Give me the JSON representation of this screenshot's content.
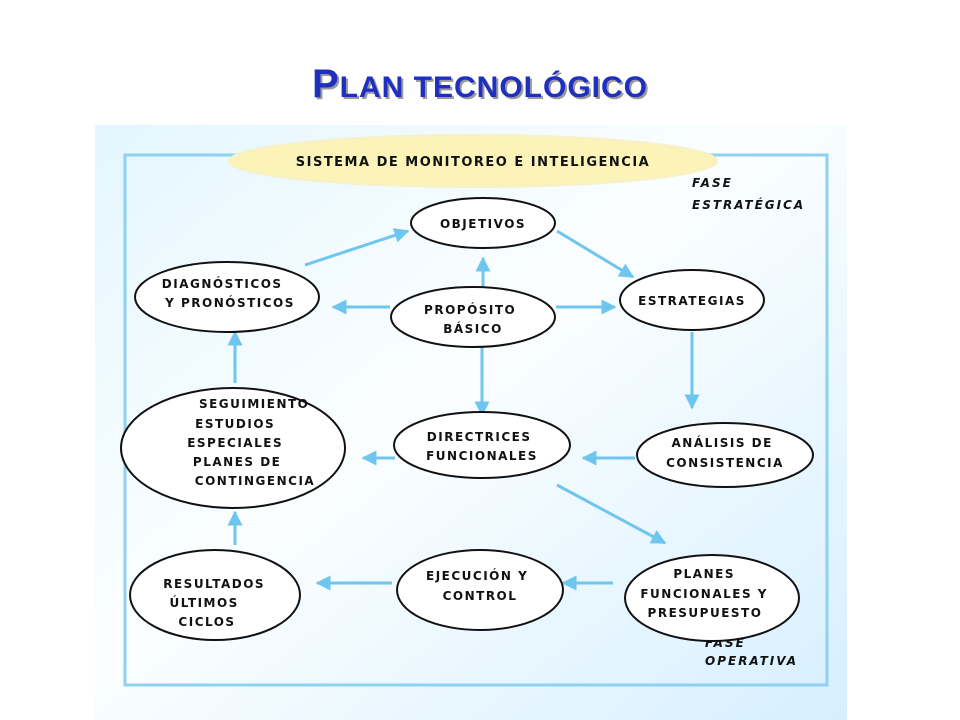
{
  "title": {
    "first": "P",
    "rest": "LAN TECNOLÓGICO"
  },
  "colors": {
    "title": "#1f2fbf",
    "arrow": "#6ec6ee",
    "frame": "#8fd1f0",
    "monitor_fill": "#fbf3b8"
  },
  "diagram": {
    "monitor": "SISTEMA DE MONITOREO E INTELIGENCIA",
    "phase_strategic": [
      "FASE",
      "ESTRATÉGICA"
    ],
    "phase_operative": [
      "FASE",
      "OPERATIVA"
    ],
    "nodes": {
      "objetivos": [
        "OBJETIVOS"
      ],
      "diagnosticos": [
        "DIAGNÓSTICOS",
        "Y PRONÓSTICOS"
      ],
      "proposito": [
        "PROPÓSITO",
        "BÁSICO"
      ],
      "estrategias": [
        "ESTRATEGIAS"
      ],
      "seguimiento": [
        "SEGUIMIENTO",
        "ESTUDIOS",
        "ESPECIALES",
        "PLANES DE",
        "CONTINGENCIA"
      ],
      "directrices": [
        "DIRECTRICES",
        "FUNCIONALES"
      ],
      "analisis": [
        "ANÁLISIS DE",
        "CONSISTENCIA"
      ],
      "resultados": [
        "RESULTADOS",
        "ÚLTIMOS",
        "CICLOS"
      ],
      "ejecucion": [
        "EJECUCIÓN Y",
        "CONTROL"
      ],
      "planes": [
        "PLANES",
        "FUNCIONALES Y",
        "PRESUPUESTO"
      ]
    }
  }
}
